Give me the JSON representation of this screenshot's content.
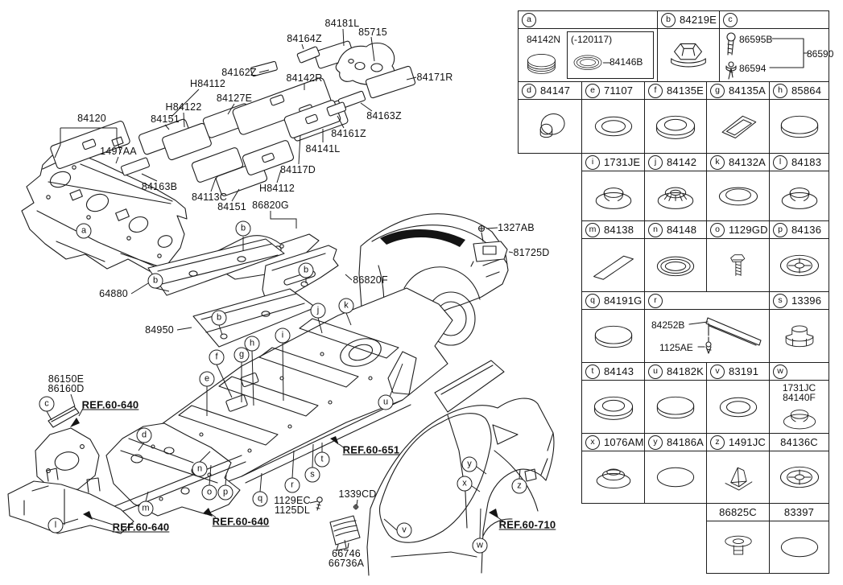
{
  "accent_color": "#1d1d1d",
  "background_color": "#ffffff",
  "diagram": {
    "labels": [
      "84181L",
      "85715",
      "84164Z",
      "84162Z",
      "84142R",
      "84171R",
      "H84112",
      "84127E",
      "H84122",
      "84151",
      "84120",
      "84163Z",
      "84161Z",
      "84141L",
      "1497AA",
      "84163B",
      "84113C",
      "84151",
      "H84112",
      "84117D",
      "86820G",
      "64880",
      "86820F",
      "84950",
      "1327AB",
      "81725D",
      "86150E",
      "86160D",
      "1129EC",
      "1125DL",
      "1339CD",
      "66746",
      "66736A"
    ],
    "refs": [
      "REF.60-640",
      "REF.60-651",
      "REF.60-640",
      "REF.60-640",
      "REF.60-710"
    ],
    "callouts": [
      "a",
      "b",
      "b",
      "b",
      "b",
      "c",
      "d",
      "e",
      "f",
      "g",
      "h",
      "i",
      "j",
      "k",
      "l",
      "m",
      "n",
      "o",
      "p",
      "q",
      "r",
      "s",
      "t",
      "u",
      "v",
      "w",
      "x",
      "y",
      "z"
    ]
  },
  "table": {
    "a": {
      "letter": "a",
      "part_left": "84142N",
      "box_note": "(-120117)",
      "box_part": "84146B",
      "icons": [
        "pad-stack",
        "oval-grommet"
      ]
    },
    "b": {
      "letter": "b",
      "part": "84219E",
      "icon": "flange-nut"
    },
    "c": {
      "letter": "c",
      "screw_part": "86595B",
      "clip_part": "86594",
      "group_part": "86590",
      "icons": [
        "screw",
        "push-clip"
      ]
    },
    "r": {
      "letter": "r",
      "part_top": "84252B",
      "part_bottom": "1125AE",
      "icon": "sill-strip-with-screw"
    },
    "w": {
      "letter": "w",
      "line1": "1731JC",
      "line2": "84140F",
      "icon": "dome-grommet"
    },
    "extra_84136C": {
      "part": "84136C",
      "icon": "cross-washer"
    },
    "extra_86825C": {
      "part": "86825C",
      "icon": "grommet-nut"
    },
    "extra_83397": {
      "part": "83397",
      "icon": "oval-outline"
    },
    "cells": [
      {
        "letter": "d",
        "part": "84147",
        "icon": "angled-plug"
      },
      {
        "letter": "e",
        "part": "71107",
        "icon": "ring-washer"
      },
      {
        "letter": "f",
        "part": "84135E",
        "icon": "ring-plug"
      },
      {
        "letter": "g",
        "part": "84135A",
        "icon": "rect-frame-pad"
      },
      {
        "letter": "h",
        "part": "85864",
        "icon": "oval-plug"
      },
      {
        "letter": "i",
        "part": "1731JE",
        "icon": "dome-grommet"
      },
      {
        "letter": "j",
        "part": "84142",
        "icon": "ribbed-grommet"
      },
      {
        "letter": "k",
        "part": "84132A",
        "icon": "flat-plug"
      },
      {
        "letter": "l",
        "part": "84183",
        "icon": "dome-grommet"
      },
      {
        "letter": "m",
        "part": "84138",
        "icon": "strip-pad"
      },
      {
        "letter": "n",
        "part": "84148",
        "icon": "oval-grommet"
      },
      {
        "letter": "o",
        "part": "1129GD",
        "icon": "bolt"
      },
      {
        "letter": "p",
        "part": "84136",
        "icon": "cross-washer"
      },
      {
        "letter": "q",
        "part": "84191G",
        "icon": "oval-plug"
      },
      {
        "letter": "s",
        "part": "13396",
        "icon": "flange-nut-tall"
      },
      {
        "letter": "t",
        "part": "84143",
        "icon": "ring-plug"
      },
      {
        "letter": "u",
        "part": "84182K",
        "icon": "oval-plug"
      },
      {
        "letter": "v",
        "part": "83191",
        "icon": "ring-washer"
      },
      {
        "letter": "x",
        "part": "1076AM",
        "icon": "dome-plug"
      },
      {
        "letter": "y",
        "part": "84186A",
        "icon": "oval-outline"
      },
      {
        "letter": "z",
        "part": "1491JC",
        "icon": "pyramid-clip"
      }
    ]
  }
}
